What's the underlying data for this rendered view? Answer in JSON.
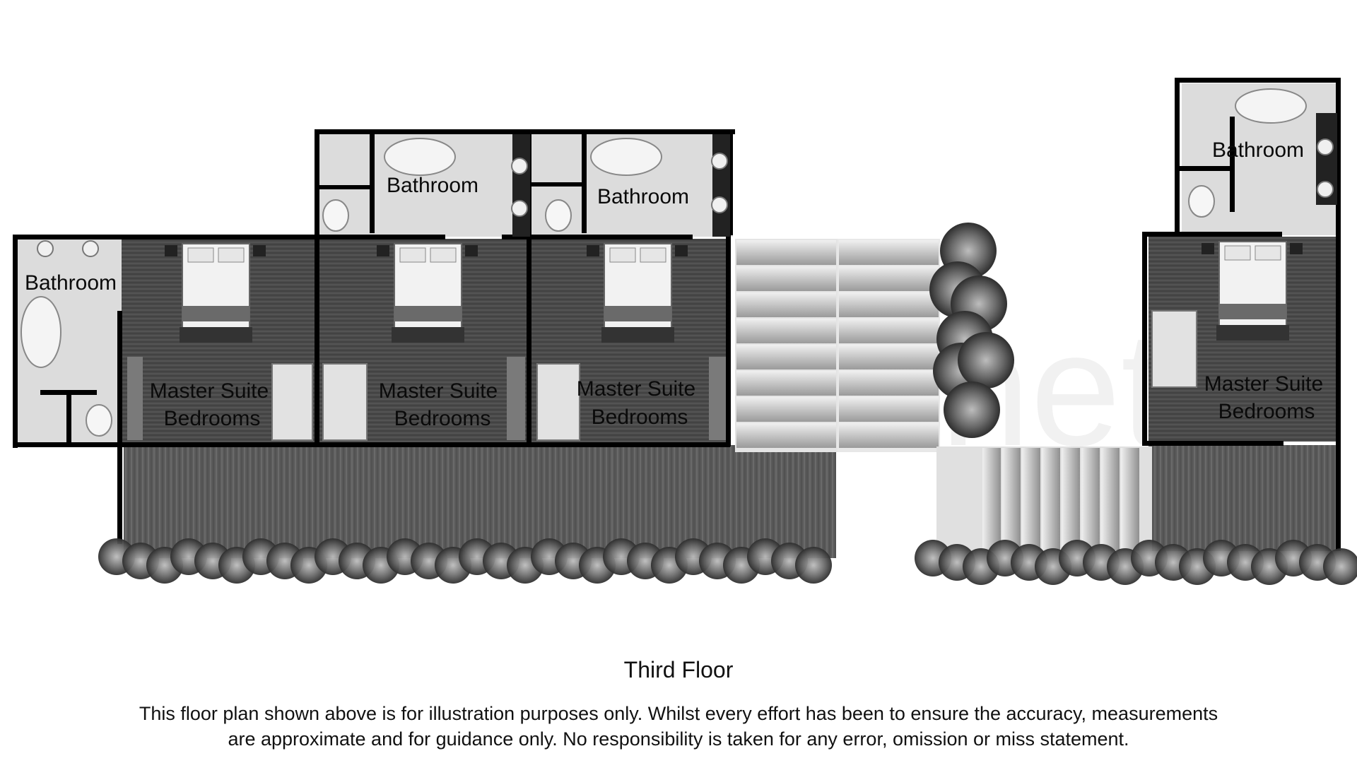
{
  "labels": {
    "bathroom": "Bathroom",
    "master_suite_line1": "Master Suite",
    "master_suite_line2": "Bedrooms"
  },
  "caption": "Third Floor",
  "disclaimer_line1": "This floor plan shown above is for illustration purposes only. Whilst every effort has been to ensure the accuracy, measurements",
  "disclaimer_line2": "are approximate and for guidance only. No responsibility is taken for any error, omission or miss statement.",
  "colors": {
    "wall": "#000000",
    "wood_floor": "#4a4a4a",
    "tile_floor": "#dcdcdc",
    "deck": "#5a5a5a",
    "shrub": "#6b6b6b",
    "stairs": "#cfcfcf"
  }
}
